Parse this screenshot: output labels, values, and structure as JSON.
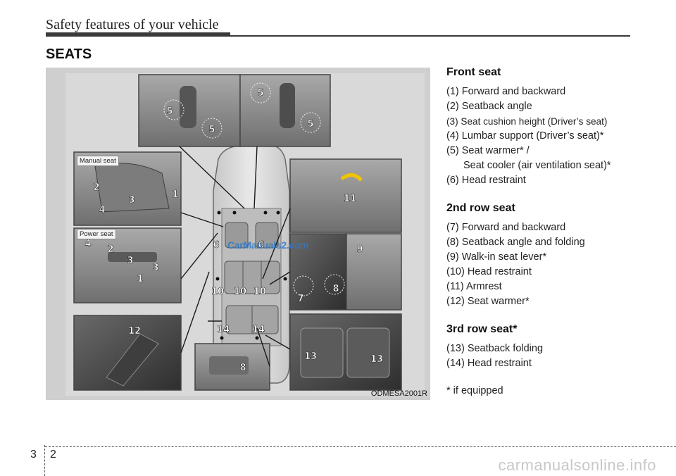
{
  "header": {
    "title": "Safety features of your vehicle"
  },
  "section": {
    "title": "SEATS"
  },
  "figure": {
    "code": "ODMESA2001R",
    "manual_seat_label": "Manual seat",
    "power_seat_label": "Power seat",
    "watermark": "CarManuals2.com",
    "callouts": [
      "5",
      "5",
      "5",
      "5",
      "2",
      "3",
      "4",
      "1",
      "4",
      "2",
      "3",
      "3",
      "1",
      "6",
      "6",
      "10",
      "10",
      "10",
      "14",
      "14",
      "12",
      "8",
      "11",
      "9",
      "7",
      "8",
      "13",
      "13"
    ]
  },
  "front_seat": {
    "title": "Front seat",
    "items": [
      "(1) Forward and backward",
      "(2) Seatback angle",
      "(3) Seat cushion height (Driver’s seat)",
      "(4) Lumbar support (Driver’s seat)*"
    ],
    "item5_line1": "(5) Seat warmer* /",
    "item5_line2": "Seat cooler (air ventilation seat)*",
    "item6": "(6) Head restraint"
  },
  "second_row": {
    "title": "2nd row seat",
    "items": [
      "(7) Forward and backward",
      "(8) Seatback angle and folding",
      "(9) Walk-in seat lever*",
      "(10) Head restraint",
      "(11) Armrest",
      "(12) Seat warmer*"
    ]
  },
  "third_row": {
    "title": "3rd row seat*",
    "items": [
      "(13) Seatback folding",
      "(14) Head restraint"
    ]
  },
  "footnote": "* if equipped",
  "footer": {
    "chapter": "3",
    "page": "2",
    "watermark": "carmanualsonline.info"
  }
}
